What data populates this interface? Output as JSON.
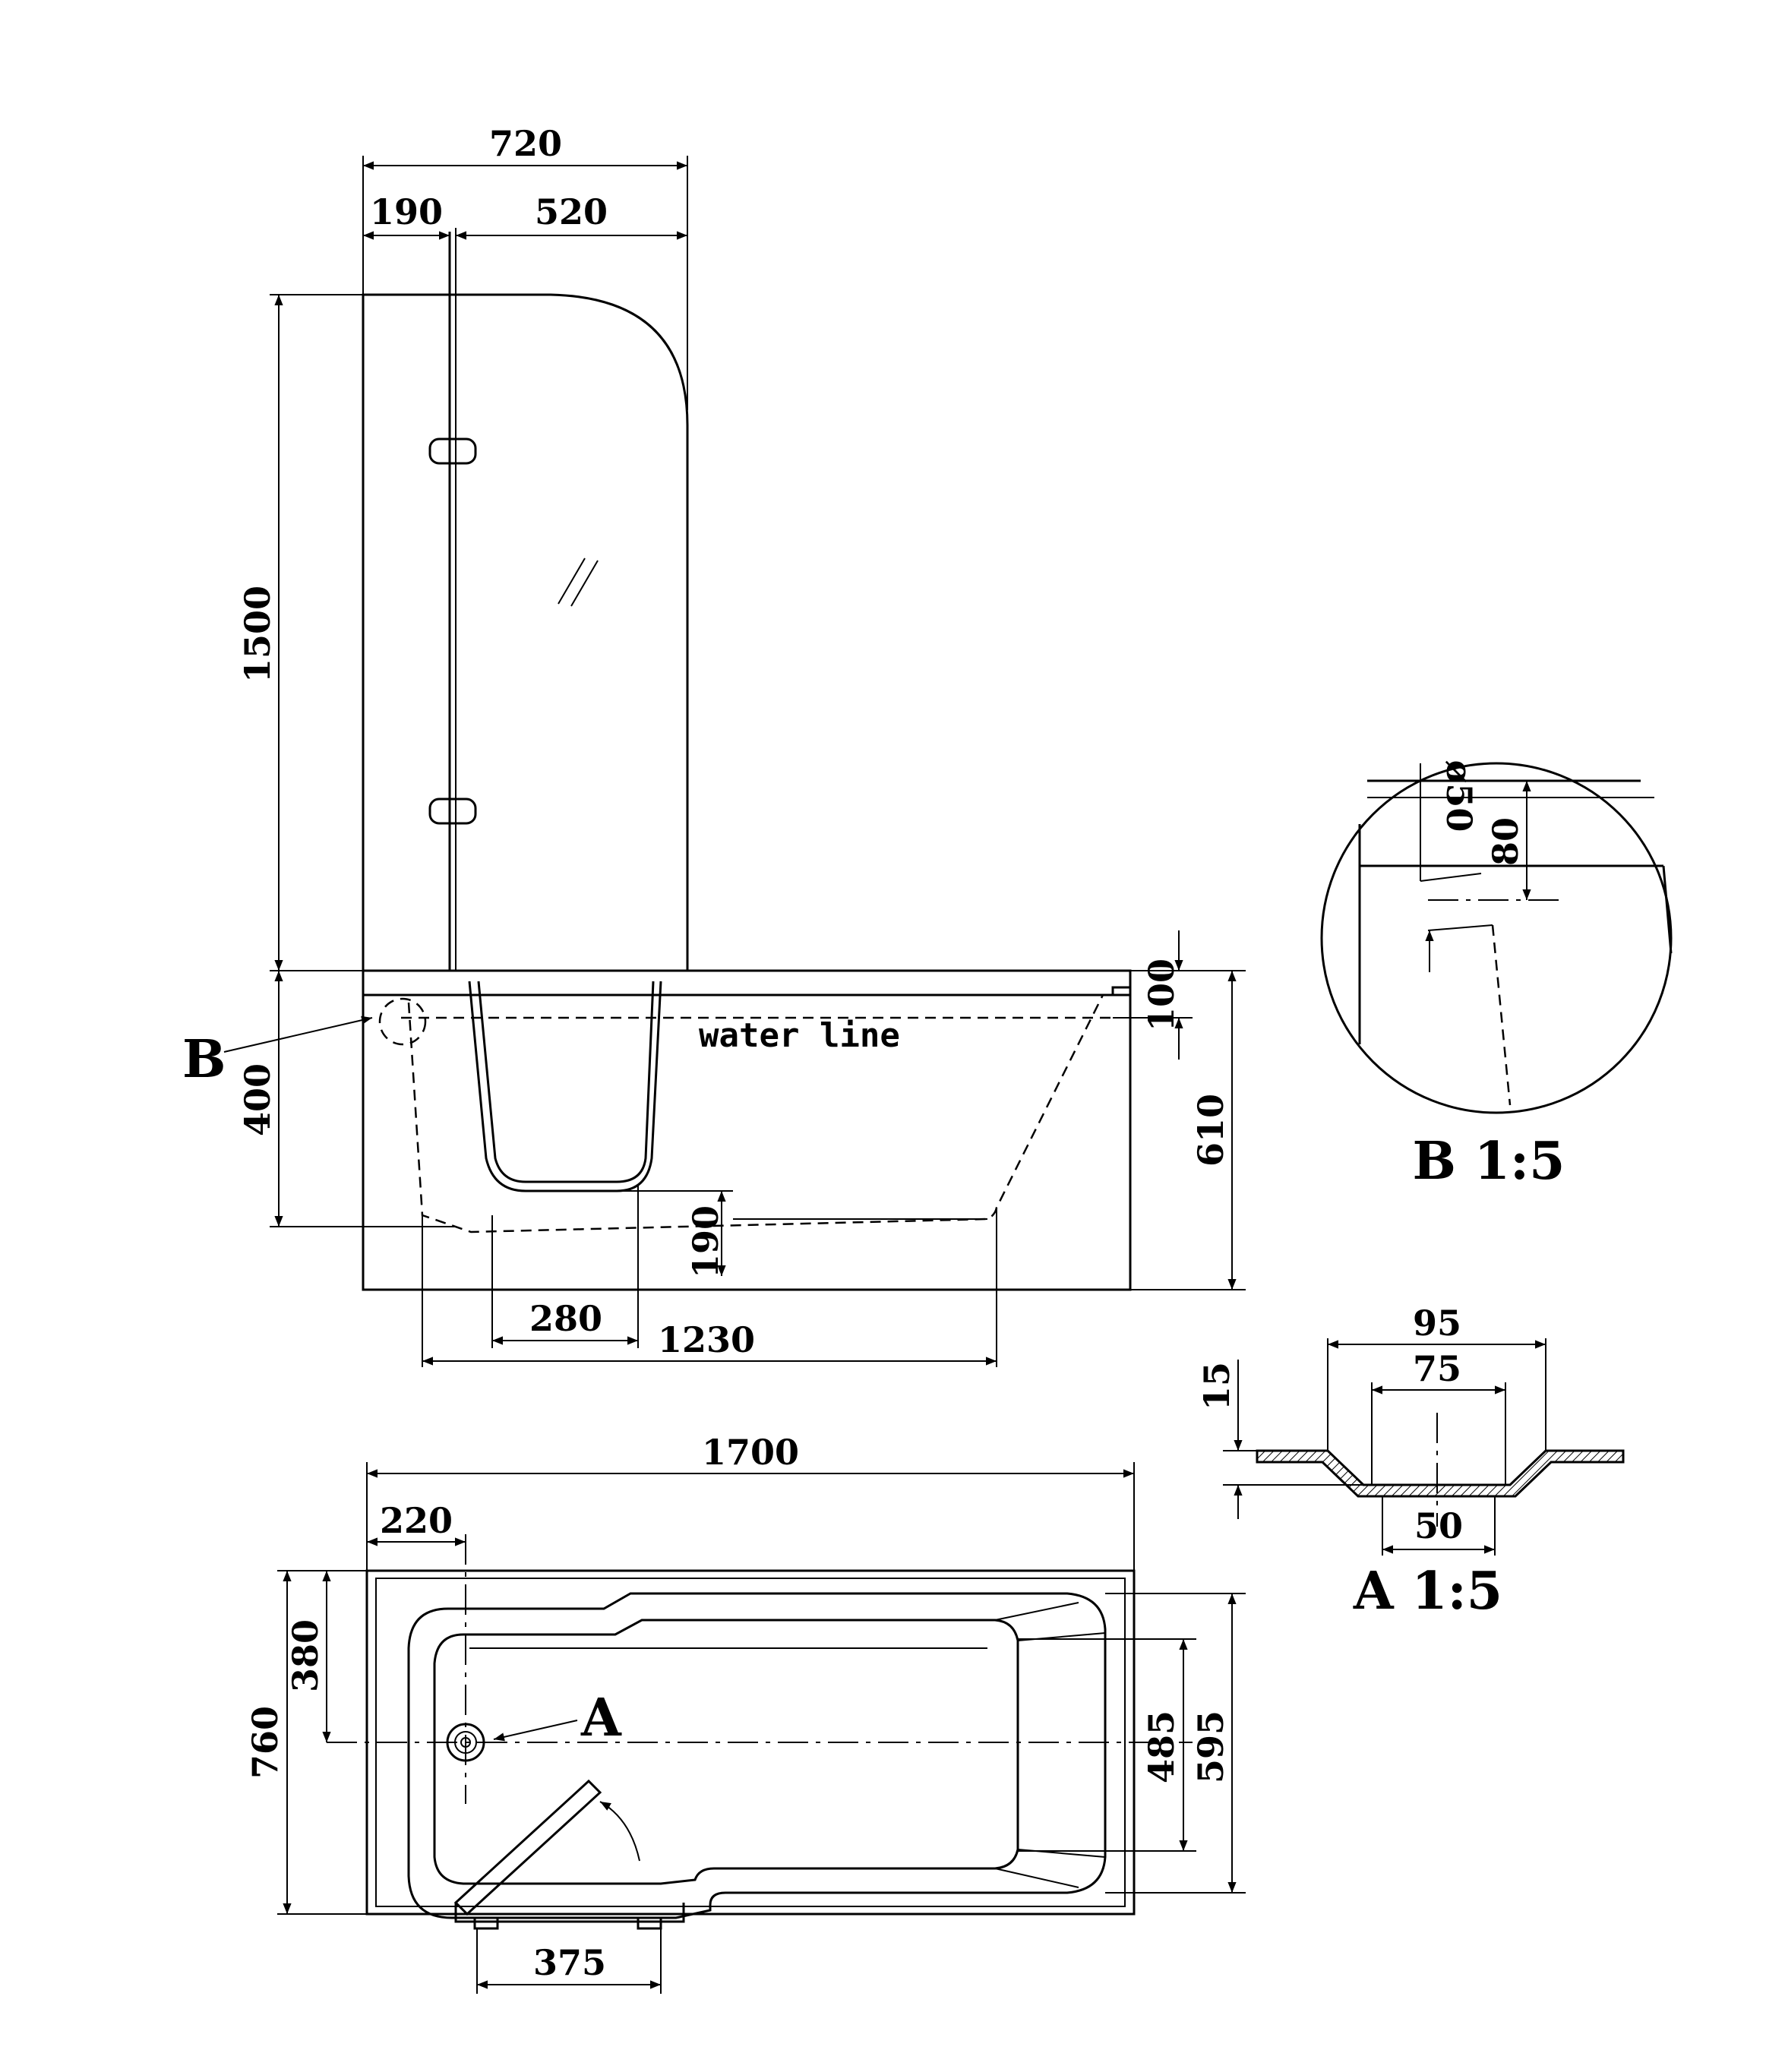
{
  "front_view": {
    "screen_width": "720",
    "screen_left_part": "190",
    "screen_right_part": "520",
    "screen_height": "1500",
    "rim_height": "100",
    "water_depth": "400",
    "total_height": "610",
    "seat_drop": "190",
    "door_width": "280",
    "inner_length": "1230",
    "water_line_label": "water line",
    "detail_callout": "B"
  },
  "plan_view": {
    "total_length": "1700",
    "drain_offset": "220",
    "total_width": "760",
    "drain_to_edge": "380",
    "inner_width": "485",
    "outer_width": "595",
    "door_opening": "375",
    "detail_callout": "A"
  },
  "detail_b": {
    "title": "B 1:5",
    "pipe_diameter": "ø50",
    "depth": "80"
  },
  "detail_a": {
    "title": "A 1:5",
    "outer_width": "95",
    "mid_width": "75",
    "bottom_width": "50",
    "depth": "15"
  }
}
